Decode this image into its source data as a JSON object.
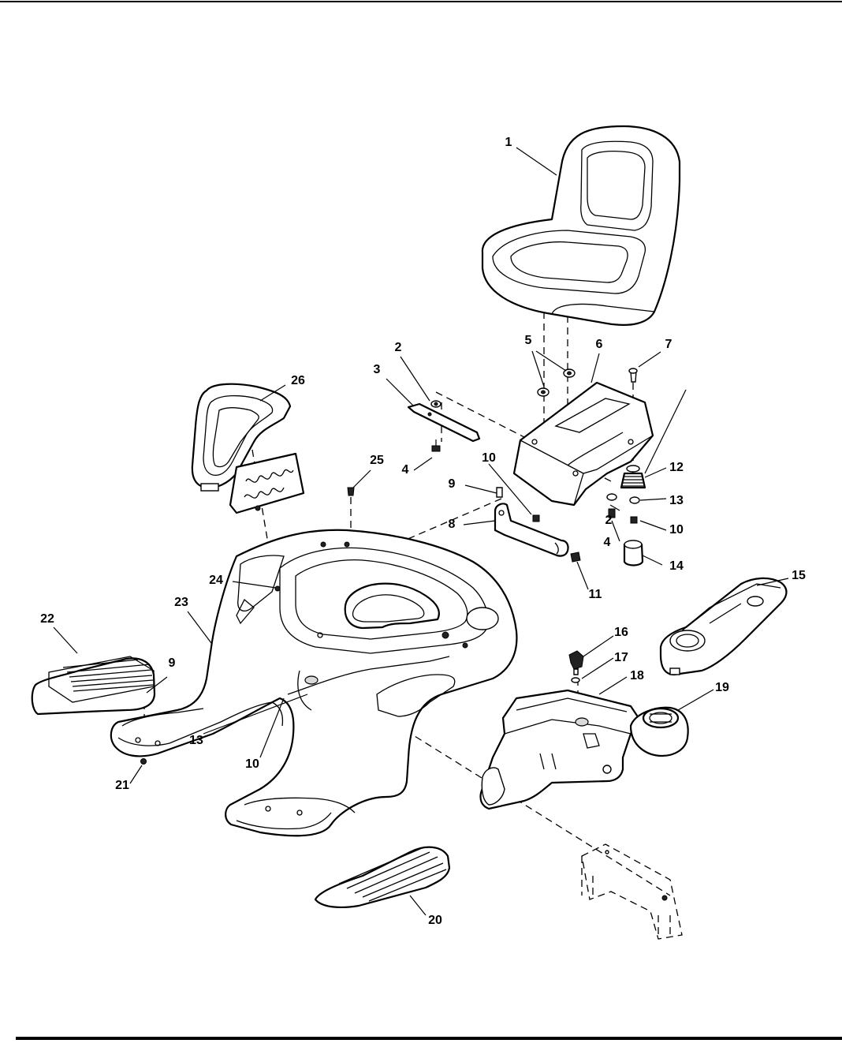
{
  "callouts": {
    "c1": "1",
    "c2a": "2",
    "c2b": "2",
    "c3": "3",
    "c4a": "4",
    "c4b": "4",
    "c5": "5",
    "c6": "6",
    "c7": "7",
    "c8": "8",
    "c9a": "9",
    "c9b": "9",
    "c10a": "10",
    "c10b": "10",
    "c10c": "10",
    "c11": "11",
    "c12": "12",
    "c13a": "13",
    "c13b": "13",
    "c14": "14",
    "c15": "15",
    "c16": "16",
    "c17": "17",
    "c18": "18",
    "c19": "19",
    "c20": "20",
    "c21": "21",
    "c22": "22",
    "c23": "23",
    "c24": "24",
    "c25": "25",
    "c26": "26"
  },
  "colors": {
    "line": "#000000",
    "paper": "#ffffff",
    "shade": "#d9d9d9"
  }
}
